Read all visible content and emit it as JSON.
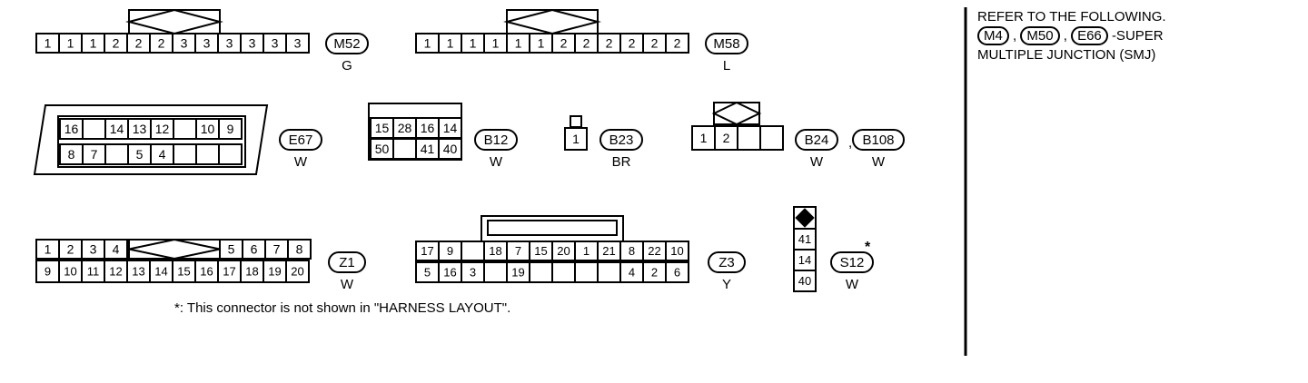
{
  "connectors": [
    {
      "id": "M52",
      "color": "G",
      "rows": [
        [
          "1",
          "1",
          "1",
          "2",
          "2",
          "2",
          "3",
          "3",
          "3",
          "3",
          "3",
          "3"
        ]
      ]
    },
    {
      "id": "M58",
      "color": "L",
      "rows": [
        [
          "1",
          "1",
          "1",
          "1",
          "1",
          "1",
          "2",
          "2",
          "2",
          "2",
          "2",
          "2"
        ]
      ]
    },
    {
      "id": "E67",
      "color": "W",
      "rows": [
        [
          "16",
          "",
          "14",
          "13",
          "12",
          "",
          "10",
          "9"
        ],
        [
          "8",
          "7",
          "",
          "5",
          "4",
          "",
          "",
          ""
        ]
      ]
    },
    {
      "id": "B12",
      "color": "W",
      "rows": [
        [
          "15",
          "28",
          "16",
          "14"
        ],
        [
          "50",
          "",
          "41",
          "40"
        ]
      ]
    },
    {
      "id": "B23",
      "color": "BR",
      "rows": [
        [
          "1"
        ]
      ]
    },
    {
      "id": "B24",
      "color": "W",
      "rows": [
        [
          "1",
          "2",
          "",
          ""
        ]
      ]
    },
    {
      "id": "B108",
      "color": "W"
    },
    {
      "id": "Z1",
      "color": "W",
      "rows": [
        [
          "1",
          "2",
          "3",
          "4",
          "5",
          "6",
          "7",
          "8"
        ],
        [
          "9",
          "10",
          "11",
          "12",
          "13",
          "14",
          "15",
          "16",
          "17",
          "18",
          "19",
          "20"
        ]
      ]
    },
    {
      "id": "Z3",
      "color": "Y",
      "rows": [
        [
          "17",
          "9",
          "",
          "18",
          "7",
          "15",
          "20",
          "1",
          "21",
          "8",
          "22",
          "10"
        ],
        [
          "5",
          "16",
          "3",
          "",
          "19",
          "",
          "",
          "",
          "",
          "4",
          "2",
          "6"
        ]
      ]
    },
    {
      "id": "S12",
      "color": "W",
      "asterisk": "*",
      "cells": [
        "41",
        "14",
        "40"
      ]
    }
  ],
  "separators": {
    "b24_b108": ","
  },
  "footnote": {
    "star": "*",
    "text": ": This connector is not shown in \"HARNESS LAYOUT\"."
  },
  "side_note": {
    "line1": "REFER TO THE FOLLOWING.",
    "refs": [
      "M4",
      "M50",
      "E66"
    ],
    "comma": ",",
    "suffix": "-SUPER",
    "line3": "MULTIPLE JUNCTION (SMJ)"
  }
}
